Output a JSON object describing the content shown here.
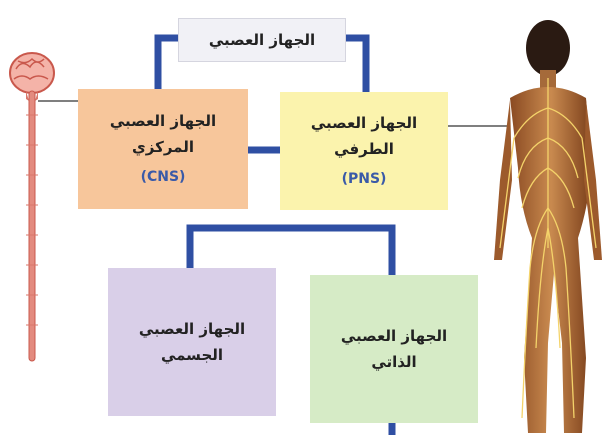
{
  "diagram": {
    "root": {
      "label": "الجهاز العصبي"
    },
    "cns": {
      "line1": "الجهاز العصبي",
      "line2": "المركزي",
      "abbr": "(CNS)"
    },
    "pns": {
      "line1": "الجهاز العصبي",
      "line2": "الطرفي",
      "abbr": "(PNS)"
    },
    "somatic": {
      "line1": "الجهاز العصبي",
      "line2": "الجسمي"
    },
    "autonomic": {
      "line1": "الجهاز العصبي",
      "line2": "الذاتي"
    }
  },
  "colors": {
    "connector": "#2f4fa3",
    "cns_box": "#f7c69b",
    "pns_box": "#fbf3ad",
    "somatic_box": "#d9cfe8",
    "autonomic_box": "#d6ebc6"
  },
  "illustrations": [
    "brain-spinal-cord-illustration",
    "human-nervous-system-figure"
  ]
}
